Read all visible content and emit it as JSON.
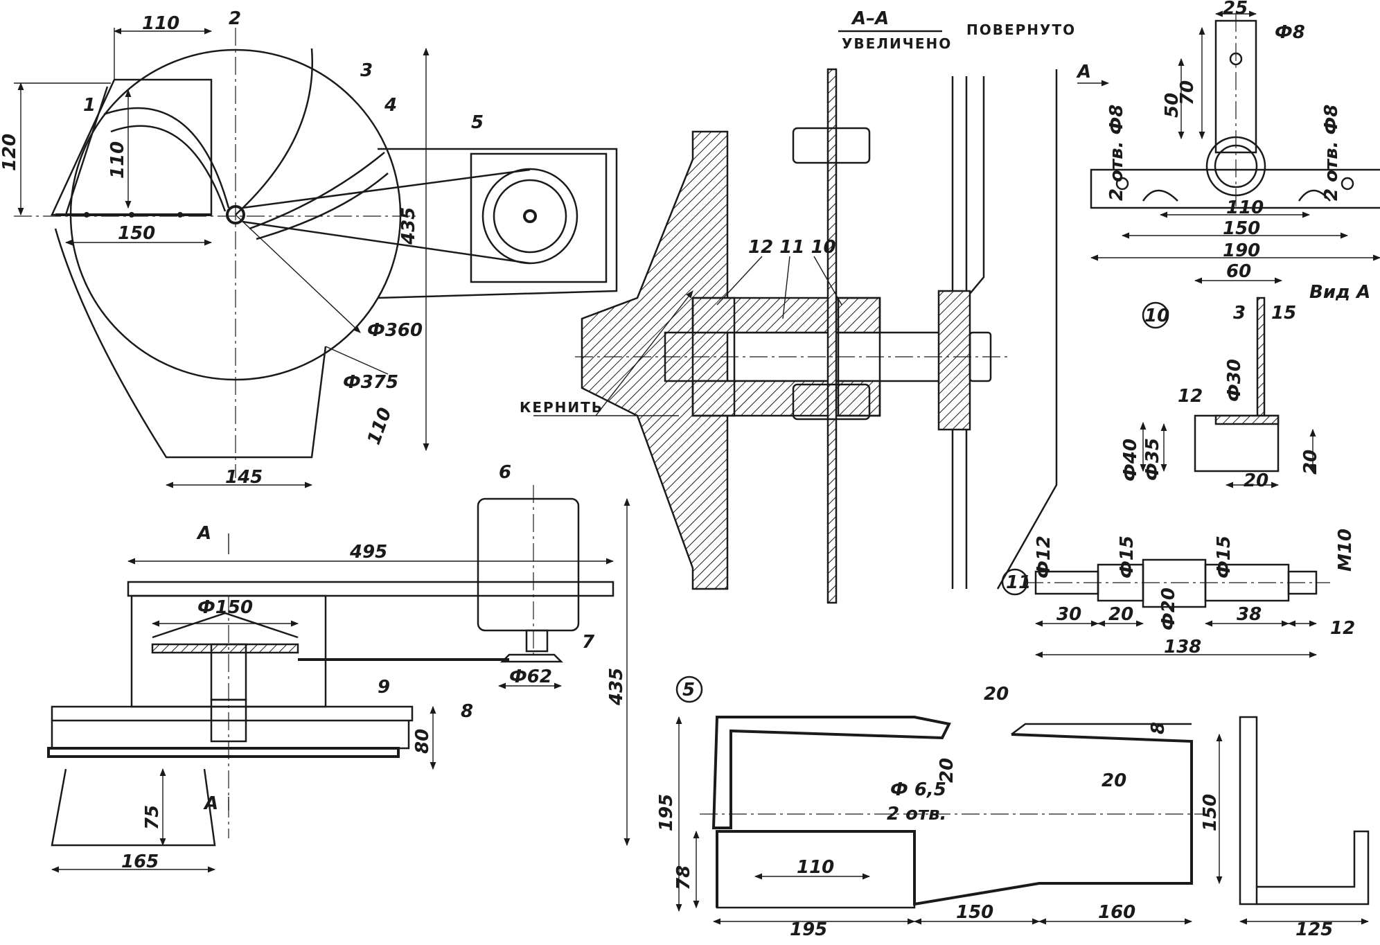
{
  "labels": {
    "section_title": "А–А",
    "section_sub": "УВЕЛИЧЕНО",
    "rotated": "ПОВЕРНУТО",
    "view_a": "Вид А",
    "arrow_a": "А",
    "punch": "КЕРНИТЬ"
  },
  "parts": {
    "p1": "1",
    "p2": "2",
    "p3": "3",
    "p4": "4",
    "p5": "5",
    "p6": "6",
    "p7": "7",
    "p8": "8",
    "p9": "9",
    "p10": "10",
    "p11": "11",
    "p12": "12"
  },
  "dims": {
    "d110a": "110",
    "d120": "120",
    "d110b": "110",
    "d150a": "150",
    "d435a": "435",
    "d360": "Ф360",
    "d375": "Ф375",
    "d110c": "110",
    "d145": "145",
    "d495": "495",
    "d150dia": "Ф150",
    "d62": "Ф62",
    "d435b": "435",
    "d80": "80",
    "d75": "75",
    "d165": "165",
    "s121110": "12  11 10",
    "t25": "25",
    "t8": "Ф8",
    "t70": "70",
    "t50": "50",
    "t2h8a": "2 отв. Ф8",
    "t2h8b": "2 отв. Ф8",
    "t110": "110",
    "t150": "150",
    "t190": "190",
    "v60": "60",
    "v3": "3",
    "v15": "15",
    "v30": "Ф30",
    "v12": "12",
    "v40": "Ф40",
    "v35": "Ф35",
    "v20a": "20",
    "v20b": "20",
    "a12": "Ф12",
    "a15a": "Ф15",
    "a15b": "Ф15",
    "am10": "М10",
    "a20": "Ф20",
    "a30": "30",
    "a20b": "20",
    "a38": "38",
    "a12b": "12",
    "a138": "138",
    "b20a": "20",
    "b20b": "20",
    "b8": "8",
    "b20c": "20",
    "b65": "Ф 6,5",
    "b2h": "2 отв.",
    "b195v": "195",
    "b150v": "150",
    "b78": "78",
    "b110": "110",
    "b195": "195",
    "b150": "150",
    "b160": "160",
    "b125": "125"
  }
}
